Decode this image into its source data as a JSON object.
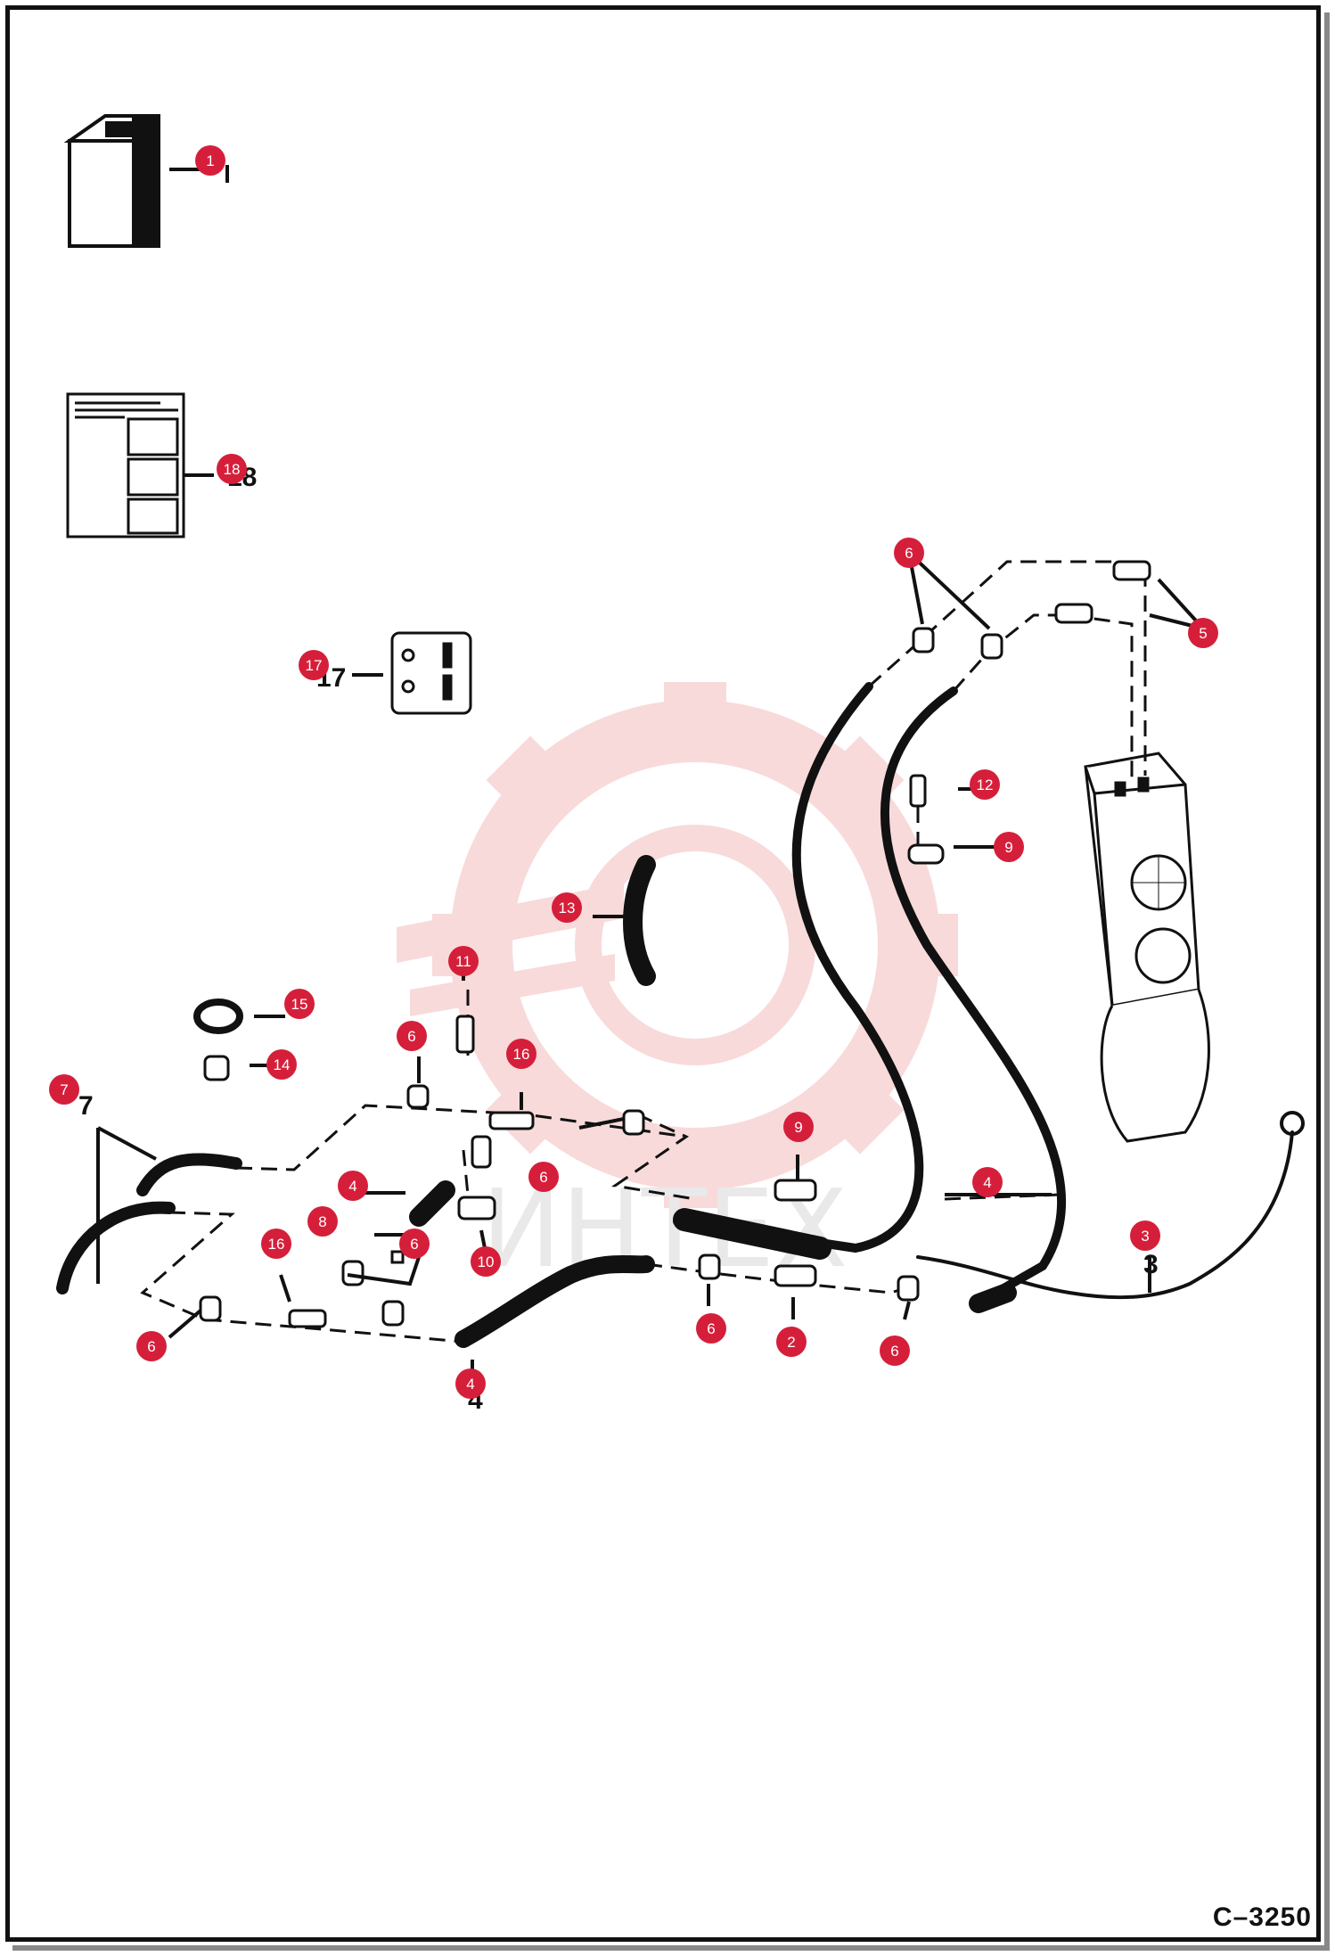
{
  "drawing_code": "C–3250",
  "watermark_text": "ИНТЕХ",
  "colors": {
    "callout": "#d51f3a",
    "line": "#111111",
    "watermark": "#f6c8c8"
  },
  "callouts": [
    {
      "id": "c1",
      "label": "1"
    },
    {
      "id": "c18",
      "label": "18"
    },
    {
      "id": "c17",
      "label": "17"
    },
    {
      "id": "c6a",
      "label": "6"
    },
    {
      "id": "c5",
      "label": "5"
    },
    {
      "id": "c12",
      "label": "12"
    },
    {
      "id": "c9a",
      "label": "9"
    },
    {
      "id": "c13",
      "label": "13"
    },
    {
      "id": "c11",
      "label": "11"
    },
    {
      "id": "c15",
      "label": "15"
    },
    {
      "id": "c6b",
      "label": "6"
    },
    {
      "id": "c16a",
      "label": "16"
    },
    {
      "id": "c14",
      "label": "14"
    },
    {
      "id": "c7",
      "label": "7"
    },
    {
      "id": "c9b",
      "label": "9"
    },
    {
      "id": "c6c",
      "label": "6"
    },
    {
      "id": "c4a",
      "label": "4"
    },
    {
      "id": "c4b",
      "label": "4"
    },
    {
      "id": "c8",
      "label": "8"
    },
    {
      "id": "c6d",
      "label": "6"
    },
    {
      "id": "c3",
      "label": "3"
    },
    {
      "id": "c16b",
      "label": "16"
    },
    {
      "id": "c10",
      "label": "10"
    },
    {
      "id": "c6e",
      "label": "6"
    },
    {
      "id": "c2",
      "label": "2"
    },
    {
      "id": "c6f",
      "label": "6"
    },
    {
      "id": "c6g",
      "label": "6"
    },
    {
      "id": "c4c",
      "label": "4"
    }
  ]
}
